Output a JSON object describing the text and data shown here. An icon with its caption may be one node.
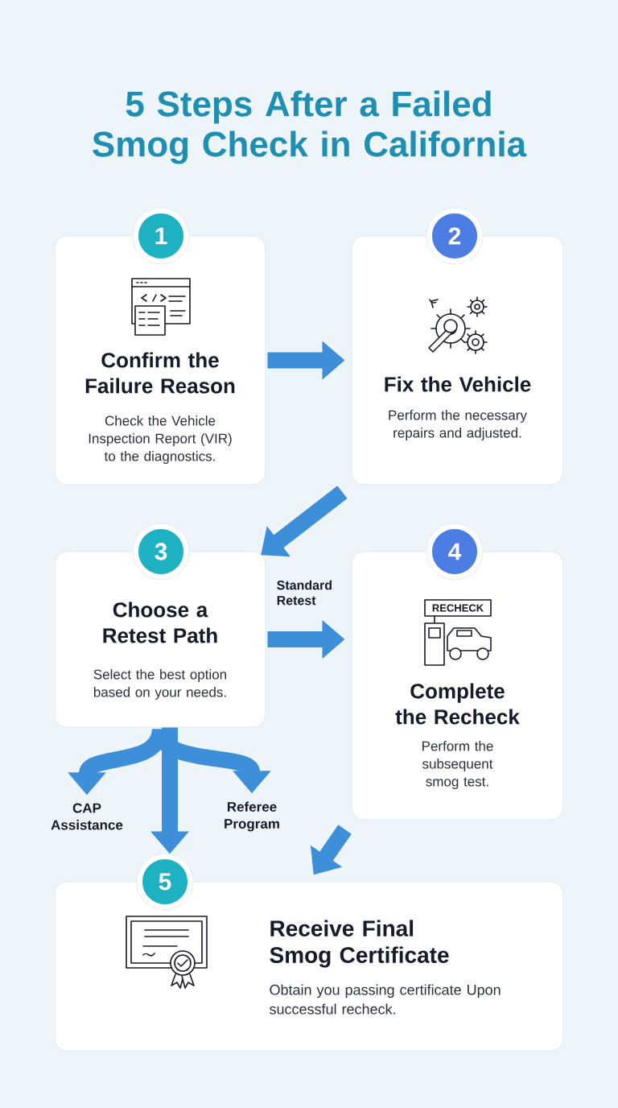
{
  "diagram": {
    "title": "5 Steps After a Failed Smog Check in California",
    "nodes": [
      {
        "text": [
          "1",
          "Confirm the Failure Reason",
          "Check the Vehicle Inspection Report (VIR) to the diagnostics."
        ]
      },
      {
        "text": [
          "2",
          "Fix the Vehicle",
          "Perform the necessary repairs and adjusted."
        ]
      },
      {
        "text": [
          "3",
          "Choose a Retest Path",
          "Select the best option based on your needs."
        ]
      },
      {
        "text": [
          "4",
          "Complete the Recheck",
          "Perform the subsequent smog test."
        ]
      },
      {
        "text": [
          "CAP Assistance"
        ]
      },
      {
        "text": [
          "Referee Program"
        ]
      },
      {
        "text": [
          "5",
          "Receive Final Smog Certificate",
          "Obtain you passing certificate Upon successful recheck."
        ]
      }
    ],
    "edges": [
      {
        "from": 0,
        "to": 1,
        "arrow": "to"
      },
      {
        "from": 1,
        "to": 2,
        "arrow": "to"
      },
      {
        "from": 2,
        "to": 3,
        "arrow": "to",
        "label": "Standard Retest"
      },
      {
        "from": 2,
        "to": 4,
        "arrow": "to"
      },
      {
        "from": 2,
        "to": 6,
        "arrow": "to"
      },
      {
        "from": 2,
        "to": 5,
        "arrow": "to"
      },
      {
        "from": 3,
        "to": 6,
        "arrow": "to"
      }
    ],
    "labels": [
      "RECHECK"
    ]
  }
}
